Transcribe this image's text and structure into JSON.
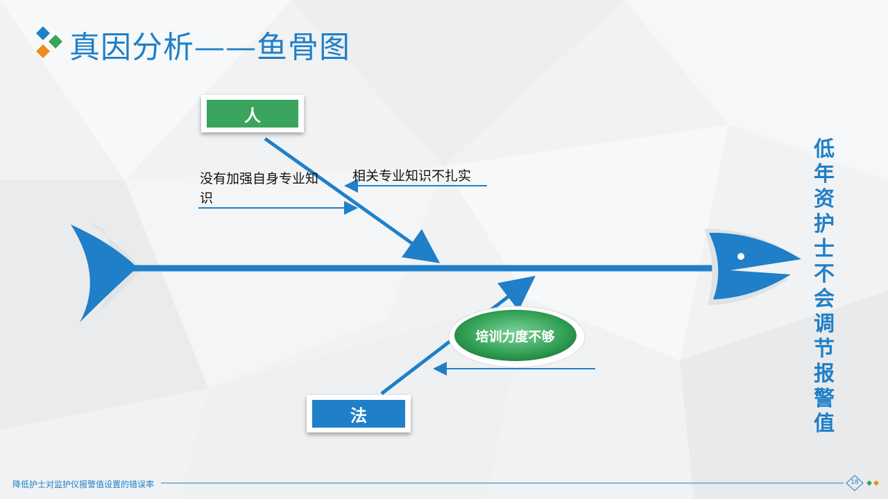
{
  "title": "真因分析——鱼骨图",
  "effect": "低年资护士不会调节报警值",
  "categories": {
    "top": "人",
    "bottom": "法"
  },
  "causes": {
    "top_left": "没有加强自身专业知识",
    "top_right": "相关专业知识不扎实",
    "bottom_oval": "培训力度不够"
  },
  "footer": {
    "text": "降低护士对监护仪报警值设置的错误率",
    "page": "18"
  },
  "colors": {
    "primary_blue": "#1f7fc8",
    "green": "#3aa35c",
    "logo_orange": "#ef8a1f",
    "logo_green": "#3aa35c",
    "logo_blue": "#1f7fc8"
  }
}
